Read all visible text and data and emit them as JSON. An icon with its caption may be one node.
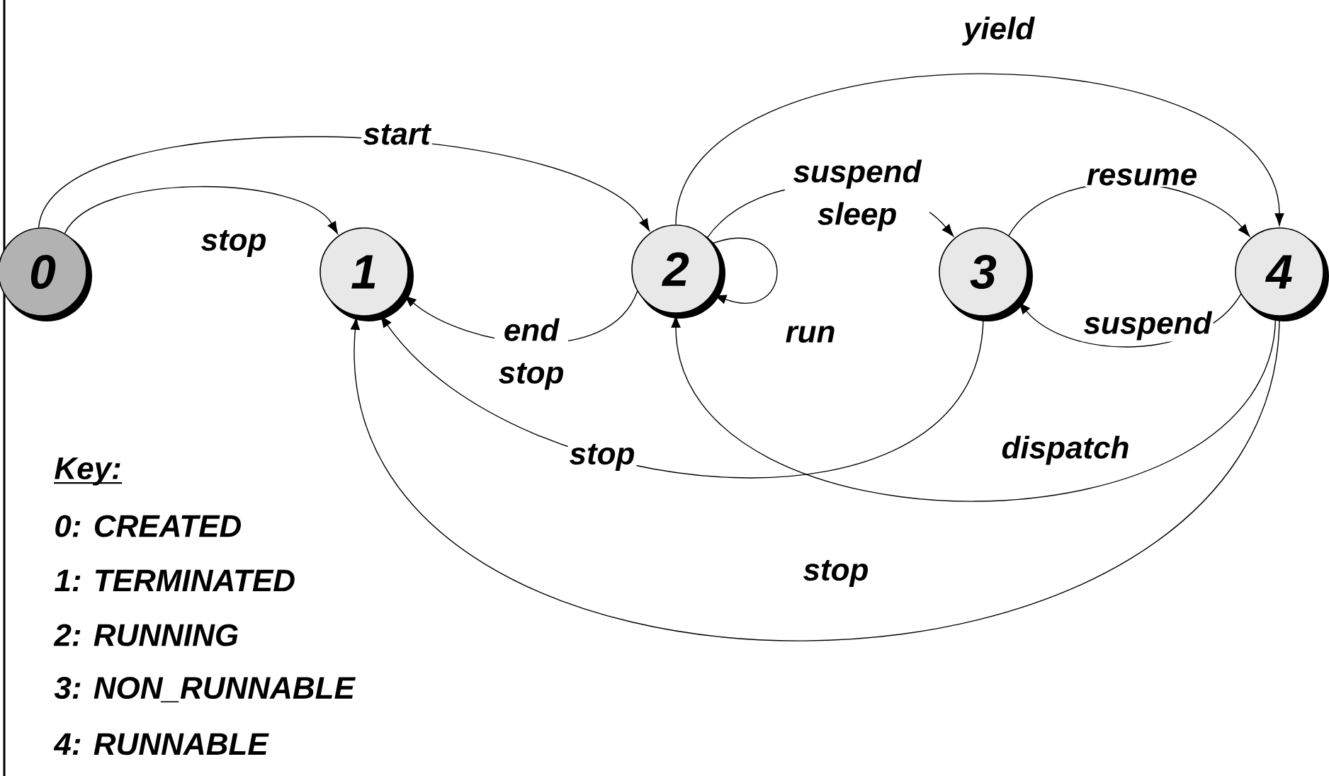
{
  "diagram": {
    "nodes": [
      {
        "text": [
          "0"
        ]
      },
      {
        "text": [
          "1"
        ]
      },
      {
        "text": [
          "2"
        ]
      },
      {
        "text": [
          "3"
        ]
      },
      {
        "text": [
          "4"
        ]
      }
    ],
    "edges": [
      {
        "from": 0,
        "to": 2,
        "arrow": "to",
        "label": "start"
      },
      {
        "from": 0,
        "to": 1,
        "arrow": "to",
        "label": "stop"
      },
      {
        "from": 2,
        "to": 1,
        "arrow": "to",
        "label": "end stop"
      },
      {
        "from": 2,
        "to": 2,
        "arrow": "to",
        "label": "run"
      },
      {
        "from": 2,
        "to": 3,
        "arrow": "to",
        "label": "suspend sleep"
      },
      {
        "from": 2,
        "to": 4,
        "arrow": "to",
        "label": "yield"
      },
      {
        "from": 3,
        "to": 4,
        "arrow": "to",
        "label": "resume"
      },
      {
        "from": 4,
        "to": 3,
        "arrow": "to",
        "label": "suspend"
      },
      {
        "from": 3,
        "to": 1,
        "arrow": "to",
        "label": "stop"
      },
      {
        "from": 4,
        "to": 2,
        "arrow": "to",
        "label": "dispatch"
      },
      {
        "from": 4,
        "to": 1,
        "arrow": "to",
        "label": "stop"
      }
    ],
    "labels": [
      "Key:",
      "0: CREATED",
      "1: TERMINATED",
      "2: RUNNING",
      "3: NON_RUNNABLE",
      "4: RUNNABLE"
    ]
  }
}
